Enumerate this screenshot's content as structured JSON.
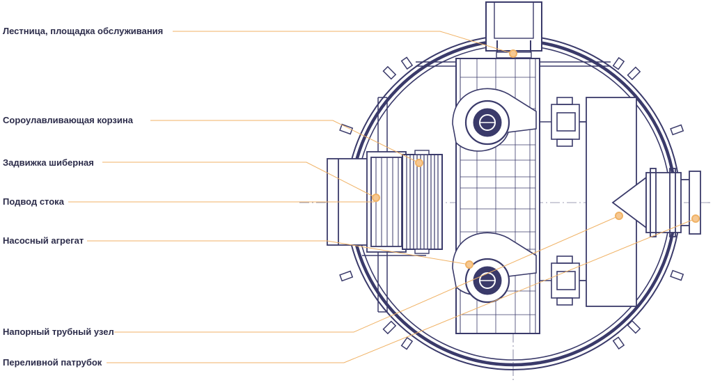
{
  "colors": {
    "line": "#3a3a6a",
    "leader": "#f0b265",
    "marker_fill": "#f6c892",
    "label": "#2c2c4a"
  },
  "labels": {
    "ladder": "Лестница, площадка обслуживания",
    "basket": "Сороулавливающая корзина",
    "gate_valve": "Задвижка шиберная",
    "inlet": "Подвод стока",
    "pump": "Насосный агрегат",
    "pressure_pipe": "Напорный трубный узел",
    "overflow": "Переливной патрубок"
  }
}
